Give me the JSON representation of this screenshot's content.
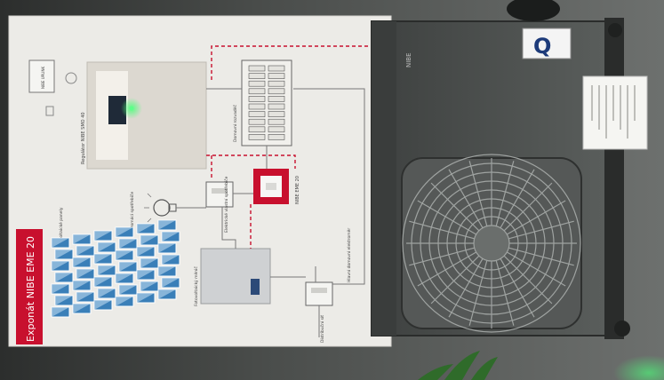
{
  "photo": {
    "exhibit_title": "Exponát NIBE EME 20",
    "labels": {
      "pv_panels": "Fotovoltaické panely",
      "inverter": "Fotovoltaický měnič",
      "home_appliances": "Domácí spotřebiče",
      "electrical_appliances": "Elektrické vlastní spotřebiče",
      "main_panel": "Hlavní domovní elektroměr",
      "distribution_grid": "Distribuční síť",
      "eme_module": "NIBE EME 20",
      "switchboard": "Domovní rozvaděč",
      "heat_pump_module": "Regulátor NIBE SMO 40",
      "tablet_box": "NIBE UPLINK"
    },
    "heat_pump_brand": "NIBE",
    "badge_letter": "Q",
    "colors": {
      "accent_red": "#c8102e",
      "board_bg": "#eeeeec",
      "heat_pump_body": "#4b4e4d",
      "solar_blue": "#3a7fb8"
    }
  }
}
